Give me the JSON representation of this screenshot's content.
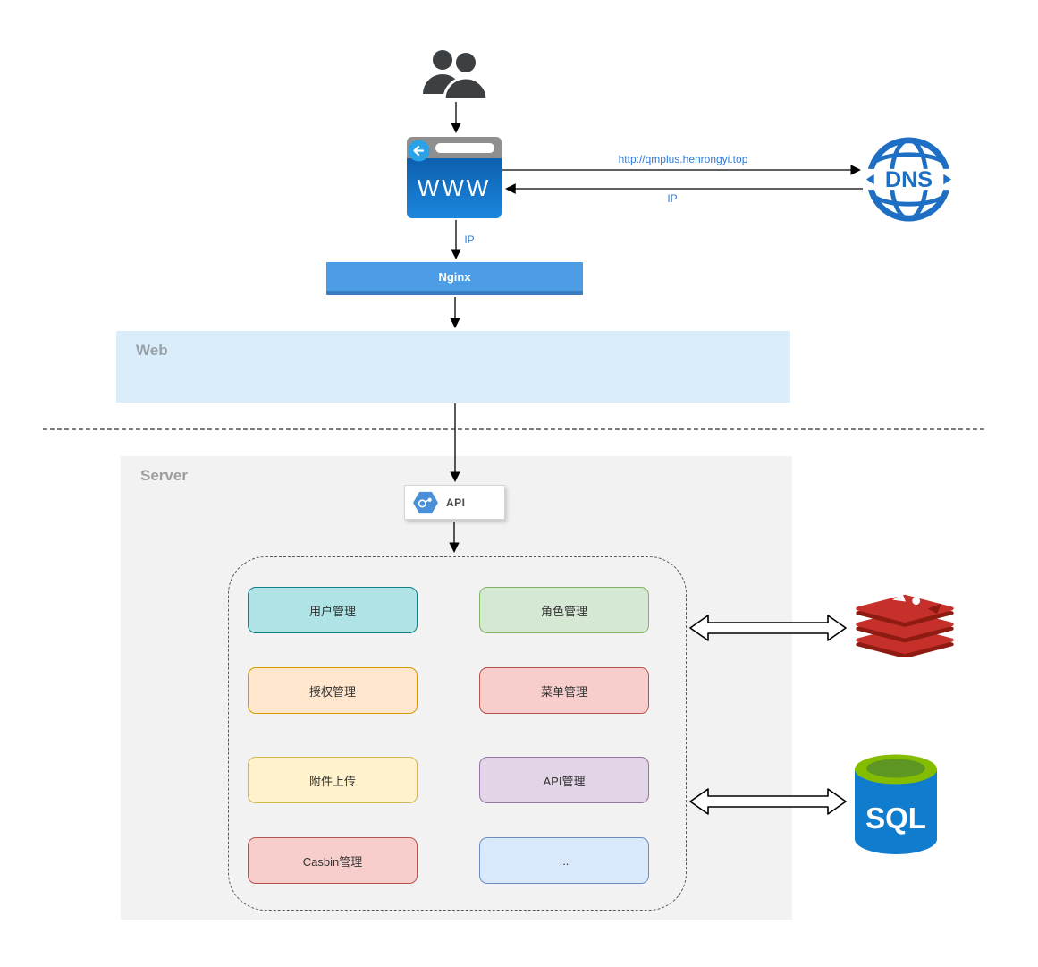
{
  "canvas": {
    "background": "#ffffff"
  },
  "nodes": {
    "users": {
      "name": "Users",
      "color": "#3c4043"
    },
    "browser": {
      "label": "WWW",
      "body_color": "#1574cd",
      "bar_color": "#8f8f8f",
      "back_color": "#2aa2e8"
    },
    "dns": {
      "label": "DNS",
      "color": "#1e6fc4"
    },
    "nginx": {
      "label": "Nginx",
      "fill": "#4d9ce6",
      "edge_color": "#3a7dc2",
      "text_color": "#ffffff"
    },
    "web_zone": {
      "label": "Web",
      "fill": "#d9edfb",
      "label_color": "#98a1a8"
    },
    "server_zone": {
      "label": "Server",
      "fill": "#f2f2f2",
      "label_color": "#9e9e9e"
    },
    "api": {
      "label": "API",
      "icon_color": "#4a90d9"
    },
    "redis": {
      "name": "Redis",
      "color": "#c6302b"
    },
    "sql": {
      "label": "SQL",
      "body_color": "#0f7ccd",
      "top_color": "#84bd00"
    }
  },
  "edges": {
    "browser_to_dns": {
      "label": "http://qmplus.henrongyi.top",
      "label_color": "#2f7bd9"
    },
    "dns_to_browser": {
      "label": "IP"
    },
    "browser_to_nginx": {
      "label": "IP"
    }
  },
  "modules": {
    "items": [
      {
        "label": "用户管理",
        "fill": "#b0e3e6",
        "border": "#0e8088"
      },
      {
        "label": "角色管理",
        "fill": "#d5e8d4",
        "border": "#82b366"
      },
      {
        "label": "授权管理",
        "fill": "#ffe6cc",
        "border": "#d79b00"
      },
      {
        "label": "菜单管理",
        "fill": "#f8cecc",
        "border": "#b85450"
      },
      {
        "label": "附件上传",
        "fill": "#fff2cc",
        "border": "#d6b656"
      },
      {
        "label": "API管理",
        "fill": "#e1d5e7",
        "border": "#9673a6"
      },
      {
        "label": "Casbin管理",
        "fill": "#f8cecc",
        "border": "#b85450"
      },
      {
        "label": "...",
        "fill": "#dae8fc",
        "border": "#6c8ebf"
      }
    ]
  }
}
